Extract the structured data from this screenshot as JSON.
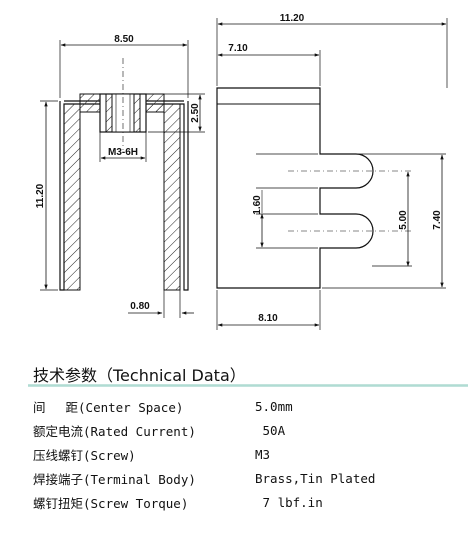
{
  "left_view": {
    "dims": {
      "width": "8.50",
      "height": "11.20",
      "thread": "M3-6H",
      "insert_height": "2.50",
      "wall": "0.80"
    }
  },
  "right_view": {
    "dims": {
      "total_width": "11.20",
      "upper_width": "7.10",
      "bottom_width": "8.10",
      "slot": "1.60",
      "slot_span": "5.00",
      "height": "7.40"
    }
  },
  "specs": {
    "title": "技术参数（Technical Data）",
    "rows": [
      {
        "label": "间　 距(Center Space)",
        "value": "5.0mm"
      },
      {
        "label": "额定电流(Rated Current)",
        "value": " 50A"
      },
      {
        "label": "压线螺钉(Screw)",
        "value": "M3"
      },
      {
        "label": "焊接端子(Terminal Body)",
        "value": "Brass,Tin Plated"
      },
      {
        "label": "螺钉扭矩(Screw Torque)",
        "value": " 7 lbf.in"
      }
    ]
  }
}
